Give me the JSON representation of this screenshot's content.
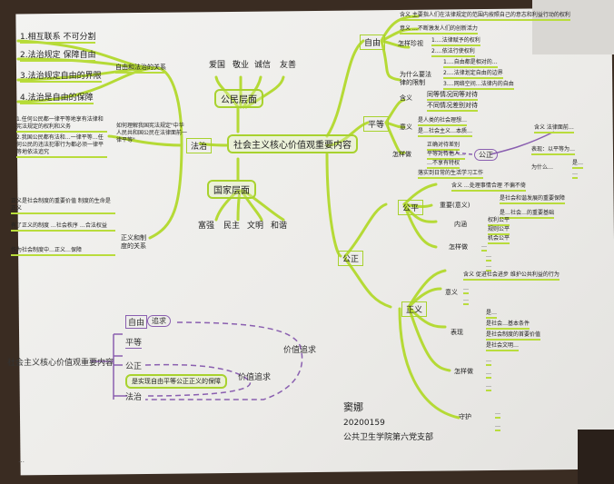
{
  "center": "社会主义核心价值观重要内容",
  "citizen": {
    "label": "公民层面",
    "items": [
      "爱国",
      "敬业",
      "诚信",
      "友善"
    ]
  },
  "nation": {
    "label": "国家层面",
    "items": [
      "富强",
      "民主",
      "文明",
      "和谐"
    ]
  },
  "fazhi": {
    "label": "法治",
    "relation": {
      "label": "自由和法治的关系",
      "items": [
        "1.相互联系 不可分割",
        "2.法治规定 保障自由",
        "3.法治规定自由的界限",
        "4.法治是自由的保障"
      ]
    },
    "question": {
      "label": "如何理解我国宪法规定\"中华人民共和国公民在法律面前一律平等\"",
      "items": [
        "1.任何公民都一律平等地享有法律和宪法规定的权利和义务",
        "2.我国公民都有法和…一律平等…任何公民的违法犯罪行为都必须一律平等地依法追究"
      ]
    },
    "justice_rel": {
      "label": "正义和制度的关系",
      "items": [
        "正义是社会制度的重要价值 制度的生命是正义",
        "有了正义的制度 …社会秩序 …合法权益",
        "作为社会制度中…正义…保障"
      ]
    }
  },
  "ziyou": {
    "label": "自由",
    "items": [
      "含义 主要指人们在法律规定的范围内按照自己的意志和利益行动的权利",
      "意义 …不断激发人们的创新活力",
      "怎样珍视",
      "1.…法律赋予的权利",
      "2.…依法行使权利",
      "为什么要法律的限制",
      "1.…自由都是相对的…",
      "2.…法律划定自由的边界",
      "3.…网络空间…法律内的自由"
    ]
  },
  "pingdeng": {
    "label": "平等",
    "items": [
      "含义",
      "同等情况同等对待",
      "不同情况差别对待",
      "意义",
      "是人类的社会理想…",
      "是…社会主义…本质…",
      "怎样做",
      "正确对待差别",
      "平等对待他人…",
      "…不享有特权",
      "落实到日常的生活学习工作"
    ]
  },
  "gongzheng_sub": {
    "label": "公正",
    "items": [
      "含义 法律面前…",
      "表现：以平等为…",
      "为什么…",
      "是…",
      "…"
    ]
  },
  "gongzheng": {
    "label": "公正",
    "gongping": {
      "label": "公平",
      "items": [
        "含义 …处理事情合理 不偏不倚",
        "重要(意义)",
        "是社会和谐发展的重要保障",
        "是…社会…的重要基础",
        "内涵",
        "权利公平",
        "规则公平",
        "机会公平",
        "怎样做",
        "…",
        "…",
        "…"
      ]
    },
    "zhengyi": {
      "label": "正义",
      "items": [
        "含义 促进社会进步 维护公共利益的行为",
        "意义",
        "…",
        "…",
        "表现",
        "是…",
        "是社会…基本条件",
        "是社会制度的首要价值",
        "是社会文明…",
        "怎样做",
        "…",
        "…",
        "…",
        "守护",
        "…",
        "…"
      ]
    }
  },
  "bottom": {
    "center": "社会主义核心价值观重要内容",
    "items": [
      "自由",
      "平等",
      "公正",
      "法治"
    ],
    "pursuit": "追求",
    "value1": "价值追求",
    "value2": "价值追求",
    "guarantee": "是实现自由平等公正正义的保障"
  },
  "signature": {
    "name": "窦娜",
    "id": "20200159",
    "unit": "公共卫生学院第六党支部"
  },
  "footer_note": "…"
}
